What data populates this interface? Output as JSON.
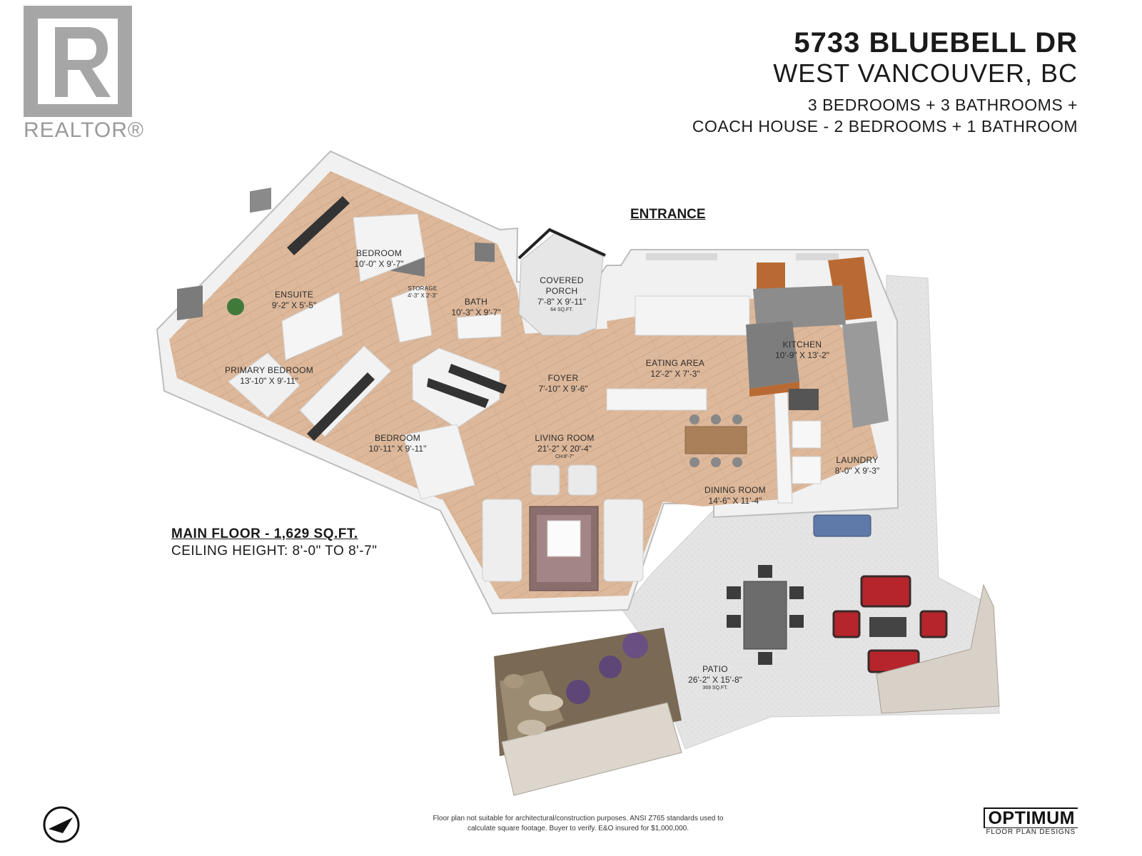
{
  "branding": {
    "logo_text": "REALTOR®",
    "brand_name": "OPTIMUM",
    "brand_subtitle": "FLOOR PLAN DESIGNS"
  },
  "header": {
    "address": "5733 BLUEBELL DR",
    "city": "WEST VANCOUVER, BC",
    "summary_line1": "3 BEDROOMS + 3 BATHROOMS +",
    "summary_line2": "COACH HOUSE - 2 BEDROOMS + 1 BATHROOM"
  },
  "entrance_label": "ENTRANCE",
  "floor_info": {
    "area": "MAIN FLOOR - 1,629 SQ.FT.",
    "ceiling": "CEILING HEIGHT: 8'-0\" TO 8'-7\""
  },
  "rooms": {
    "bedroom_top": {
      "name": "BEDROOM",
      "dim": "10'-0\" X 9'-7\""
    },
    "storage": {
      "name": "STORAGE",
      "dim": "4'-3\" X 2'-3\""
    },
    "bath": {
      "name": "BATH",
      "dim": "10'-3\" X 9'-7\""
    },
    "ensuite": {
      "name": "ENSUITE",
      "dim": "9'-2\" X 5'-5\""
    },
    "covered_porch": {
      "name": "COVERED PORCH",
      "dim": "7'-8\" X 9'-11\"",
      "area": "64 SQ.FT."
    },
    "primary_bedroom": {
      "name": "PRIMARY BEDROOM",
      "dim": "13'-10\" X 9'-11\""
    },
    "foyer": {
      "name": "FOYER",
      "dim": "7'-10\" X 9'-6\""
    },
    "eating_area": {
      "name": "EATING AREA",
      "dim": "12'-2\" X 7'-3\""
    },
    "kitchen": {
      "name": "KITCHEN",
      "dim": "10'-9\" X 13'-2\""
    },
    "bedroom_mid": {
      "name": "BEDROOM",
      "dim": "10'-11\" X 9'-11\""
    },
    "living_room": {
      "name": "LIVING ROOM",
      "dim": "21'-2\" X 20'-4\"",
      "ceiling": "CH:8'-7\""
    },
    "laundry": {
      "name": "LAUNDRY",
      "dim": "8'-0\" X 9'-3\""
    },
    "dining_room": {
      "name": "DINING ROOM",
      "dim": "14'-6\" X 11'-4\""
    },
    "patio": {
      "name": "PATIO",
      "dim": "26'-2\" X 15'-8\"",
      "area": "369 SQ.FT."
    }
  },
  "disclaimer": {
    "line1": "Floor plan not suitable for architectural/construction purposes. ANSI Z765 standards used to",
    "line2": "calculate square footage. Buyer to verify.  E&O insured for $1,000,000."
  },
  "colors": {
    "floor": "#ddb89a",
    "wall": "#efefef",
    "patio": "#e3e3e3",
    "logo_gray": "#a6a6a6",
    "accent_red": "#b5252b"
  }
}
